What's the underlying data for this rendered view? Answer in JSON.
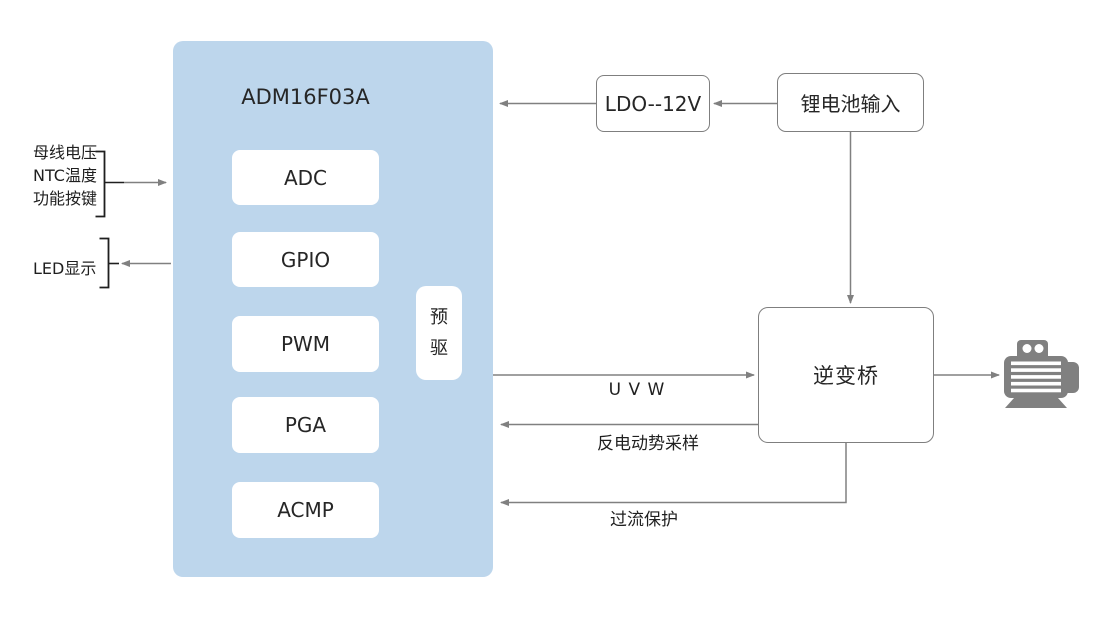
{
  "diagram": {
    "chip": {
      "title": "ADM16F03A",
      "modules": [
        "ADC",
        "GPIO",
        "PWM",
        "PGA",
        "ACMP"
      ],
      "predriver": "预驱"
    },
    "left_labels": {
      "inputs": [
        "母线电压",
        "NTC温度",
        "功能按键"
      ],
      "led": "LED显示"
    },
    "power": {
      "ldo": "LDO--12V",
      "battery": "锂电池输入"
    },
    "inverter": "逆变桥",
    "signals": {
      "uvw": "U V W",
      "bemf": "反电动势采样",
      "ocp": "过流保护"
    },
    "colors": {
      "chip_fill": "#bdd6ec",
      "module_fill": "#ffffff",
      "box_border": "#7f7f7f",
      "wire": "#808080",
      "bracket": "#1f1f1f",
      "text": "#262626",
      "motor": "#808080",
      "background": "#ffffff"
    }
  }
}
